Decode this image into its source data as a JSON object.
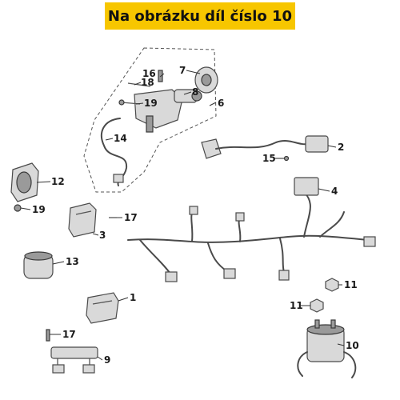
{
  "banner": {
    "text": "Na obrázku díl číslo 10",
    "background": "#f7c600"
  },
  "callouts": [
    {
      "id": "c16",
      "label": "16"
    },
    {
      "id": "c7",
      "label": "7"
    },
    {
      "id": "c18",
      "label": "18"
    },
    {
      "id": "c8",
      "label": "8"
    },
    {
      "id": "c19a",
      "label": "19"
    },
    {
      "id": "c6",
      "label": "6"
    },
    {
      "id": "c14",
      "label": "14"
    },
    {
      "id": "c2",
      "label": "2"
    },
    {
      "id": "c15",
      "label": "15"
    },
    {
      "id": "c12",
      "label": "12"
    },
    {
      "id": "c4",
      "label": "4"
    },
    {
      "id": "c19b",
      "label": "19"
    },
    {
      "id": "c17a",
      "label": "17"
    },
    {
      "id": "c3",
      "label": "3"
    },
    {
      "id": "c13",
      "label": "13"
    },
    {
      "id": "c11a",
      "label": "11"
    },
    {
      "id": "c1",
      "label": "1"
    },
    {
      "id": "c11b",
      "label": "11"
    },
    {
      "id": "c17b",
      "label": "17"
    },
    {
      "id": "c10",
      "label": "10"
    },
    {
      "id": "c9",
      "label": "9"
    }
  ]
}
